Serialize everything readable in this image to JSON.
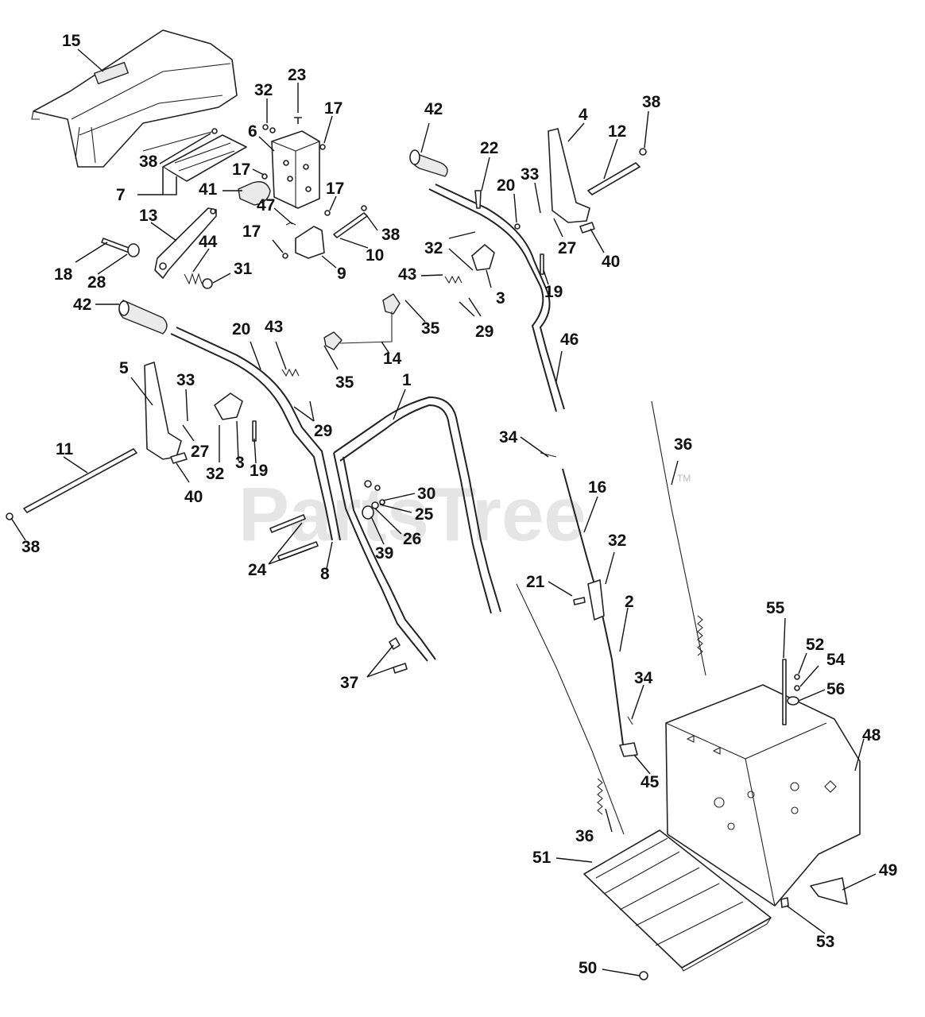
{
  "watermark": "PartsTree",
  "watermark_mark": "TM",
  "labels": [
    {
      "id": "l15",
      "text": "15"
    },
    {
      "id": "l32a",
      "text": "32"
    },
    {
      "id": "l23",
      "text": "23"
    },
    {
      "id": "l17a",
      "text": "17"
    },
    {
      "id": "l6",
      "text": "6"
    },
    {
      "id": "l38a",
      "text": "38"
    },
    {
      "id": "l17b",
      "text": "17"
    },
    {
      "id": "l7",
      "text": "7"
    },
    {
      "id": "l41",
      "text": "41"
    },
    {
      "id": "l17c",
      "text": "17"
    },
    {
      "id": "l47",
      "text": "47"
    },
    {
      "id": "l13",
      "text": "13"
    },
    {
      "id": "l44",
      "text": "44"
    },
    {
      "id": "l17d",
      "text": "17"
    },
    {
      "id": "l38b",
      "text": "38"
    },
    {
      "id": "l10",
      "text": "10"
    },
    {
      "id": "l18",
      "text": "18"
    },
    {
      "id": "l28",
      "text": "28"
    },
    {
      "id": "l31",
      "text": "31"
    },
    {
      "id": "l9",
      "text": "9"
    },
    {
      "id": "l42a",
      "text": "42"
    },
    {
      "id": "l22",
      "text": "22"
    },
    {
      "id": "l20a",
      "text": "20"
    },
    {
      "id": "l33a",
      "text": "33"
    },
    {
      "id": "l4",
      "text": "4"
    },
    {
      "id": "l12",
      "text": "12"
    },
    {
      "id": "l38c",
      "text": "38"
    },
    {
      "id": "l27a",
      "text": "27"
    },
    {
      "id": "l40a",
      "text": "40"
    },
    {
      "id": "l32b",
      "text": "32"
    },
    {
      "id": "l43a",
      "text": "43"
    },
    {
      "id": "l3a",
      "text": "3"
    },
    {
      "id": "l19a",
      "text": "19"
    },
    {
      "id": "l29a",
      "text": "29"
    },
    {
      "id": "l35a",
      "text": "35"
    },
    {
      "id": "l42b",
      "text": "42"
    },
    {
      "id": "l20b",
      "text": "20"
    },
    {
      "id": "l43b",
      "text": "43"
    },
    {
      "id": "l14",
      "text": "14"
    },
    {
      "id": "l35b",
      "text": "35"
    },
    {
      "id": "l46",
      "text": "46"
    },
    {
      "id": "l5",
      "text": "5"
    },
    {
      "id": "l33b",
      "text": "33"
    },
    {
      "id": "l27b",
      "text": "27"
    },
    {
      "id": "l29b",
      "text": "29"
    },
    {
      "id": "l1",
      "text": "1"
    },
    {
      "id": "l32c",
      "text": "32"
    },
    {
      "id": "l3b",
      "text": "3"
    },
    {
      "id": "l19b",
      "text": "19"
    },
    {
      "id": "l11",
      "text": "11"
    },
    {
      "id": "l40b",
      "text": "40"
    },
    {
      "id": "l38d",
      "text": "38"
    },
    {
      "id": "l34a",
      "text": "34"
    },
    {
      "id": "l36a",
      "text": "36"
    },
    {
      "id": "l16",
      "text": "16"
    },
    {
      "id": "l30",
      "text": "30"
    },
    {
      "id": "l25",
      "text": "25"
    },
    {
      "id": "l26",
      "text": "26"
    },
    {
      "id": "l39",
      "text": "39"
    },
    {
      "id": "l24",
      "text": "24"
    },
    {
      "id": "l8",
      "text": "8"
    },
    {
      "id": "l32d",
      "text": "32"
    },
    {
      "id": "l21",
      "text": "21"
    },
    {
      "id": "l2",
      "text": "2"
    },
    {
      "id": "l55",
      "text": "55"
    },
    {
      "id": "l52",
      "text": "52"
    },
    {
      "id": "l54",
      "text": "54"
    },
    {
      "id": "l56",
      "text": "56"
    },
    {
      "id": "l34b",
      "text": "34"
    },
    {
      "id": "l37",
      "text": "37"
    },
    {
      "id": "l48",
      "text": "48"
    },
    {
      "id": "l45",
      "text": "45"
    },
    {
      "id": "l36b",
      "text": "36"
    },
    {
      "id": "l51",
      "text": "51"
    },
    {
      "id": "l49",
      "text": "49"
    },
    {
      "id": "l53",
      "text": "53"
    },
    {
      "id": "l50",
      "text": "50"
    }
  ]
}
